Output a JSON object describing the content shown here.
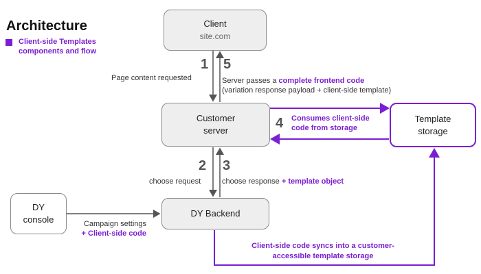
{
  "title": "Architecture",
  "legend": {
    "text": "Client-side Templates components and flow",
    "color": "#7a1fd1"
  },
  "nodes": {
    "client": {
      "label": "Client",
      "sublabel": "site.com"
    },
    "customer_server": {
      "label": "Customer server"
    },
    "template_storage": {
      "label": "Template storage"
    },
    "dy_backend": {
      "label": "DY Backend"
    },
    "dy_console": {
      "label": "DY console"
    }
  },
  "steps": {
    "s1": {
      "num": "1",
      "label": "Page content requested"
    },
    "s5": {
      "num": "5",
      "prefix": "Server passes a ",
      "highlight": "complete frontend code",
      "line2": "(variation response payload + client-side template)"
    },
    "s4": {
      "num": "4",
      "label": "Consumes client-side code from storage"
    },
    "s2": {
      "num": "2",
      "label": "choose request"
    },
    "s3": {
      "num": "3",
      "prefix": "choose response ",
      "highlight": "+ template object"
    }
  },
  "console_edge": {
    "label": "Campaign settings",
    "highlight": "+ Client-side code"
  },
  "sync_edge": {
    "label": "Client-side code syncs into a customer-accessible template storage"
  },
  "colors": {
    "accent": "#7a1fd1",
    "line": "#555555",
    "box_fill": "#eeeeee",
    "box_border": "#8a8a8a"
  }
}
